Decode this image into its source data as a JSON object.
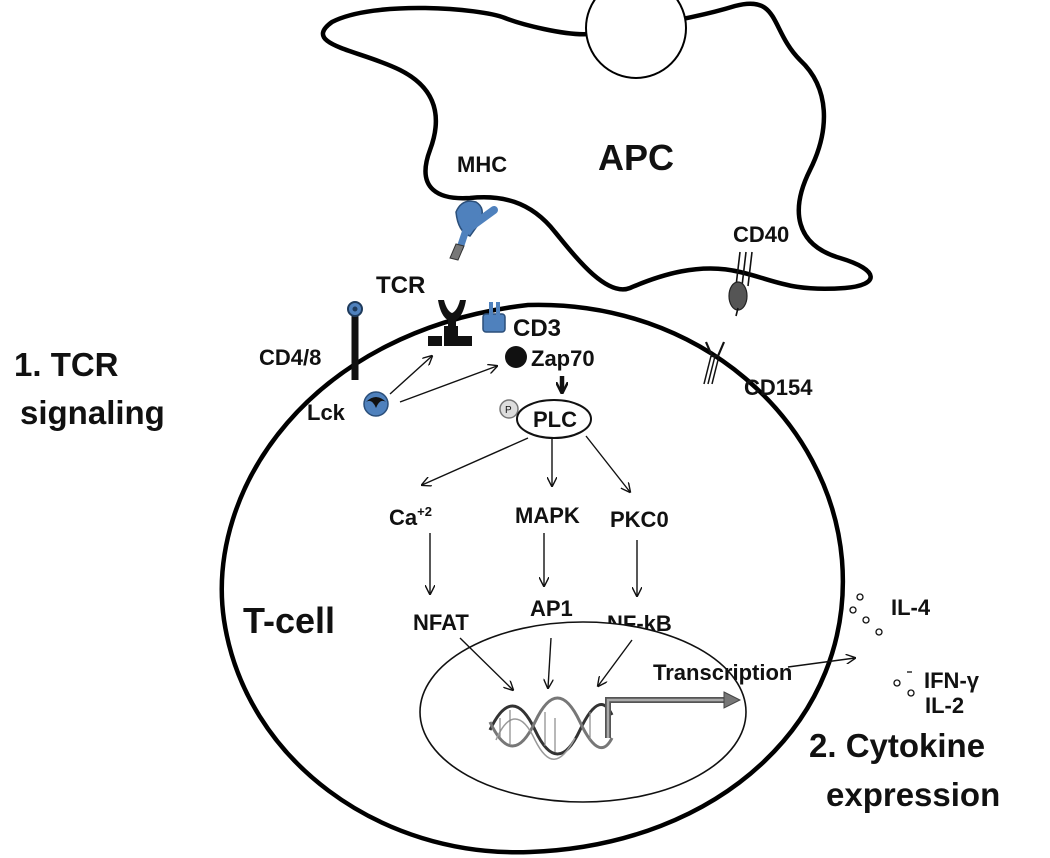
{
  "labels": {
    "apc": "APC",
    "mhc": "MHC",
    "cd40": "CD40",
    "tcr": "TCR",
    "cd3": "CD3",
    "cd48": "CD4/8",
    "lck": "Lck",
    "zap70": "Zap70",
    "cd154": "CD154",
    "p": "P",
    "plc": "PLC",
    "ca": "Ca",
    "ca_sup": "+2",
    "mapk": "MAPK",
    "pkc": "PKC0",
    "tcell": "T-cell",
    "nfat": "NFAT",
    "ap1": "AP1",
    "nfkb": "NF-kB",
    "transcription": "Transcription",
    "il4": "IL-4",
    "ifn": "IFN-γ",
    "il2": "IL-2",
    "section1_line1": "1.  TCR",
    "section1_line2": "signaling",
    "section2_line1": "2. Cytokine",
    "section2_line2": "expression"
  },
  "colors": {
    "receptor_blue": "#4f81bd",
    "outline": "#000000",
    "dark_grey": "#555555",
    "transcript_grey": "#8c8c8c"
  }
}
